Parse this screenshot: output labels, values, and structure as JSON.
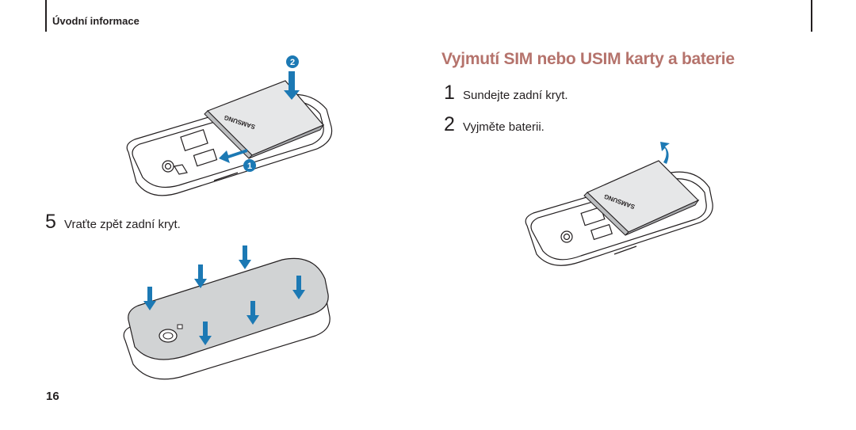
{
  "header": {
    "section": "Úvodní informace"
  },
  "title": "Vyjmutí SIM nebo USIM karty a baterie",
  "steps": {
    "step1": {
      "number": "1",
      "text": "Sundejte zadní kryt."
    },
    "step2": {
      "number": "2",
      "text": "Vyjměte baterii."
    },
    "step5": {
      "number": "5",
      "text": "Vraťte zpět zadní kryt."
    }
  },
  "figures": {
    "insert_callout_1": "1",
    "insert_callout_2": "2",
    "battery_brand": "SAMSUNG"
  },
  "page_number": "16",
  "colors": {
    "accent_title": "#b5736c",
    "arrow_blue": "#1c79b4",
    "text": "#231f20"
  }
}
